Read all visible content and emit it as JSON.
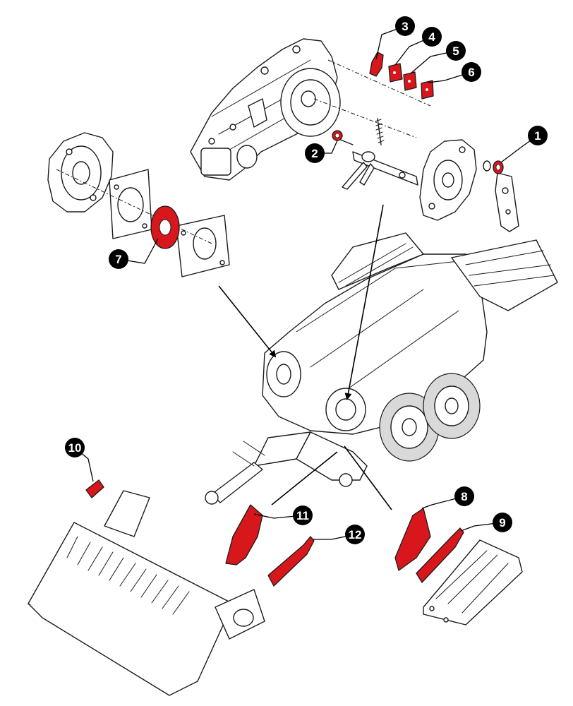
{
  "colors": {
    "highlight": "#d8171c",
    "callout_fill": "#000000",
    "callout_text": "#ffffff",
    "line": "#1a1a1a"
  },
  "callouts": [
    {
      "id": "c1",
      "label": "1"
    },
    {
      "id": "c2",
      "label": "2"
    },
    {
      "id": "c3",
      "label": "3"
    },
    {
      "id": "c4",
      "label": "4"
    },
    {
      "id": "c5",
      "label": "5"
    },
    {
      "id": "c6",
      "label": "6"
    },
    {
      "id": "c7",
      "label": "7"
    },
    {
      "id": "c8",
      "label": "8"
    },
    {
      "id": "c9",
      "label": "9"
    },
    {
      "id": "c10",
      "label": "10"
    },
    {
      "id": "c11",
      "label": "11"
    },
    {
      "id": "c12",
      "label": "12"
    }
  ]
}
